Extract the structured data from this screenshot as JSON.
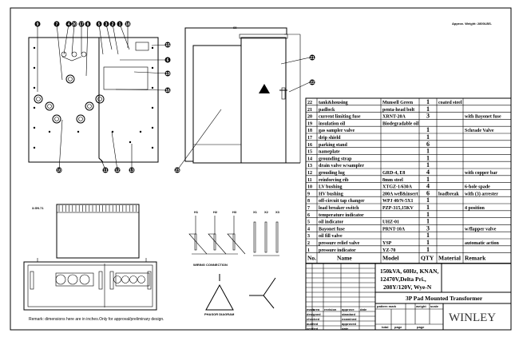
{
  "drawing": {
    "weight_note": "Approx. Weight: 2800LBS.",
    "remark": "Remark: dimensions here are in inches.Only for approval/preliminary design.",
    "wiring_caption": "WIRING CONNECTION",
    "phasor_caption": "PHASOR DIAGRAM",
    "front_balloons": [
      "9",
      "7",
      "4",
      "20",
      "17",
      "8",
      "5",
      "3",
      "2",
      "1",
      "18",
      "15",
      "6",
      "19",
      "16",
      "10",
      "11",
      "12",
      "13"
    ],
    "side_balloons": [
      "21",
      "22",
      "23"
    ],
    "wiring_terminals_hv": [
      "H1",
      "H2",
      "H3"
    ],
    "wiring_terminals_lv": [
      "X1",
      "X2",
      "X3"
    ],
    "dim_labels": [
      "60",
      "3-Φ0.71"
    ]
  },
  "bom": {
    "headers": [
      "No.",
      "Name",
      "Model",
      "QTY",
      "Material",
      "Remark"
    ],
    "rows": [
      [
        "22",
        "tank&housing",
        "Munsell Green",
        "1",
        "coated steel",
        ""
      ],
      [
        "21",
        "padlock",
        "penta-head bolt",
        "1",
        "",
        ""
      ],
      [
        "20",
        "current limiting fuse",
        "XRNT-20A",
        "3",
        "",
        "with Bayonet fuse"
      ],
      [
        "19",
        "insulation oil",
        "Biodegradable oil",
        "",
        "",
        ""
      ],
      [
        "18",
        "gas sampler valve",
        "",
        "1",
        "",
        "Schrade Valve"
      ],
      [
        "17",
        "drip shield",
        "",
        "1",
        "",
        ""
      ],
      [
        "16",
        "parking stand",
        "",
        "6",
        "",
        ""
      ],
      [
        "15",
        "nameplate",
        "",
        "1",
        "",
        ""
      ],
      [
        "14",
        "grounding strap",
        "",
        "1",
        "",
        ""
      ],
      [
        "13",
        "drain valve w/sampler",
        "",
        "1",
        "",
        ""
      ],
      [
        "12",
        "grouding lug",
        "GRD-4, E8",
        "4",
        "",
        "with copper bar"
      ],
      [
        "11",
        "reinforcing rib",
        "8mm steel",
        "1",
        "",
        ""
      ],
      [
        "10",
        "LV bushing",
        "XTGZ-1/630A",
        "4",
        "",
        "6-hole spade"
      ],
      [
        "9",
        "HV bushing",
        "200A well&insert",
        "6",
        "loadbreak",
        "with (3) arrester"
      ],
      [
        "8",
        "off-circuit tap changer",
        "WPJ 40/N-5X1",
        "1",
        "",
        ""
      ],
      [
        "7",
        "load breaker switch",
        "PZP-315,15KV",
        "1",
        "",
        "4 position"
      ],
      [
        "6",
        "temperature indicator",
        "",
        "1",
        "",
        ""
      ],
      [
        "5",
        "oil indicator",
        "UHZ-01",
        "1",
        "",
        ""
      ],
      [
        "4",
        "Bayonet fuse",
        "PRNT-10A",
        "3",
        "",
        "w/flapper valve"
      ],
      [
        "3",
        "oil fill valve",
        "",
        "1",
        "",
        ""
      ],
      [
        "2",
        "pressure relief valve",
        "YSP",
        "1",
        "",
        "automatic action"
      ],
      [
        "1",
        "pressure indicator",
        "YZ-70",
        "1",
        "",
        ""
      ]
    ]
  },
  "title_block": {
    "spec_lines": [
      "150kVA, 60Hz, KNAN,",
      "12470V,Delta Pri.,",
      "208Y/120V, Wye-N"
    ],
    "product": "3P Pad Mounted Transformer",
    "brand": "WINLEY",
    "rev_labels": [
      "mark",
      "area",
      "revision",
      "approve",
      "date"
    ],
    "role_labels": [
      "designed",
      "checked",
      "audited",
      "verified"
    ],
    "approval_labels": [
      "standard",
      "examined",
      "approved",
      "date"
    ],
    "pattern_mark": "pattern mark",
    "weight": "weight",
    "scale": "scale",
    "total": "total",
    "page_label": "page",
    "page2": "page"
  }
}
